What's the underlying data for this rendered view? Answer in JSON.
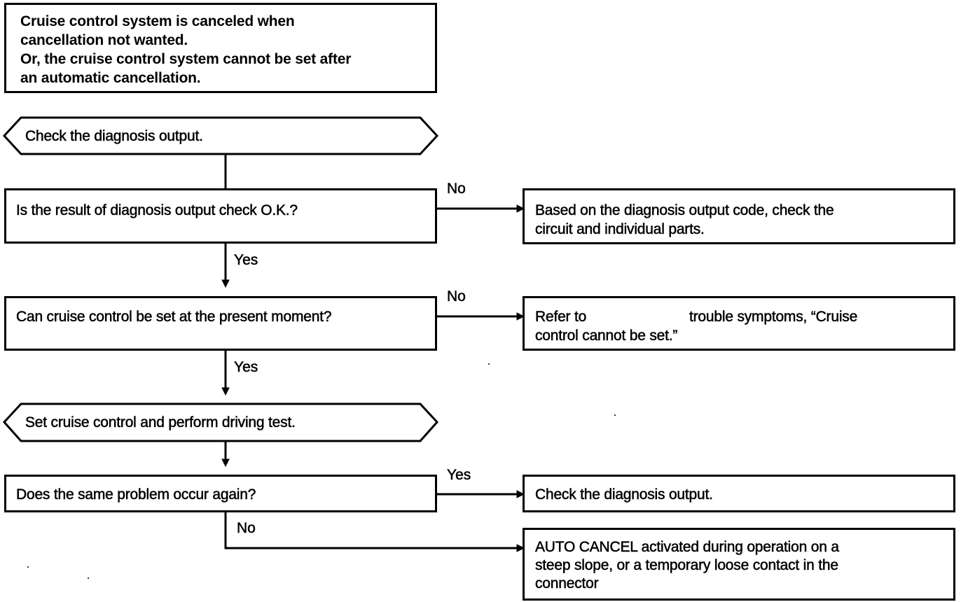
{
  "title_box": {
    "text": "Cruise control system is canceled when\ncancellation not wanted.\nOr, the cruise control system cannot be set after\nan automatic cancellation."
  },
  "steps": {
    "check_output": "Check the diagnosis output.",
    "q_result_ok": "Is the result of diagnosis output check O.K.?",
    "q_can_set": "Can cruise control be set at the present moment?",
    "set_and_test": "Set cruise control and perform driving test.",
    "q_same_problem": "Does the same problem occur again?"
  },
  "outcomes": {
    "check_circuit": "Based on the diagnosis output code, check the\ncircuit and individual parts.",
    "refer_prefix": "Refer to",
    "refer_suffix": "trouble symptoms, “Cruise\ncontrol cannot be set.”",
    "check_output_again": "Check the diagnosis output.",
    "auto_cancel": "AUTO CANCEL activated during operation on a\nsteep slope, or a temporary loose contact in the\nconnector"
  },
  "branch_labels": {
    "no_1": "No",
    "yes_1": "Yes",
    "no_2": "No",
    "yes_2": "Yes",
    "yes_3": "Yes",
    "no_3": "No"
  }
}
